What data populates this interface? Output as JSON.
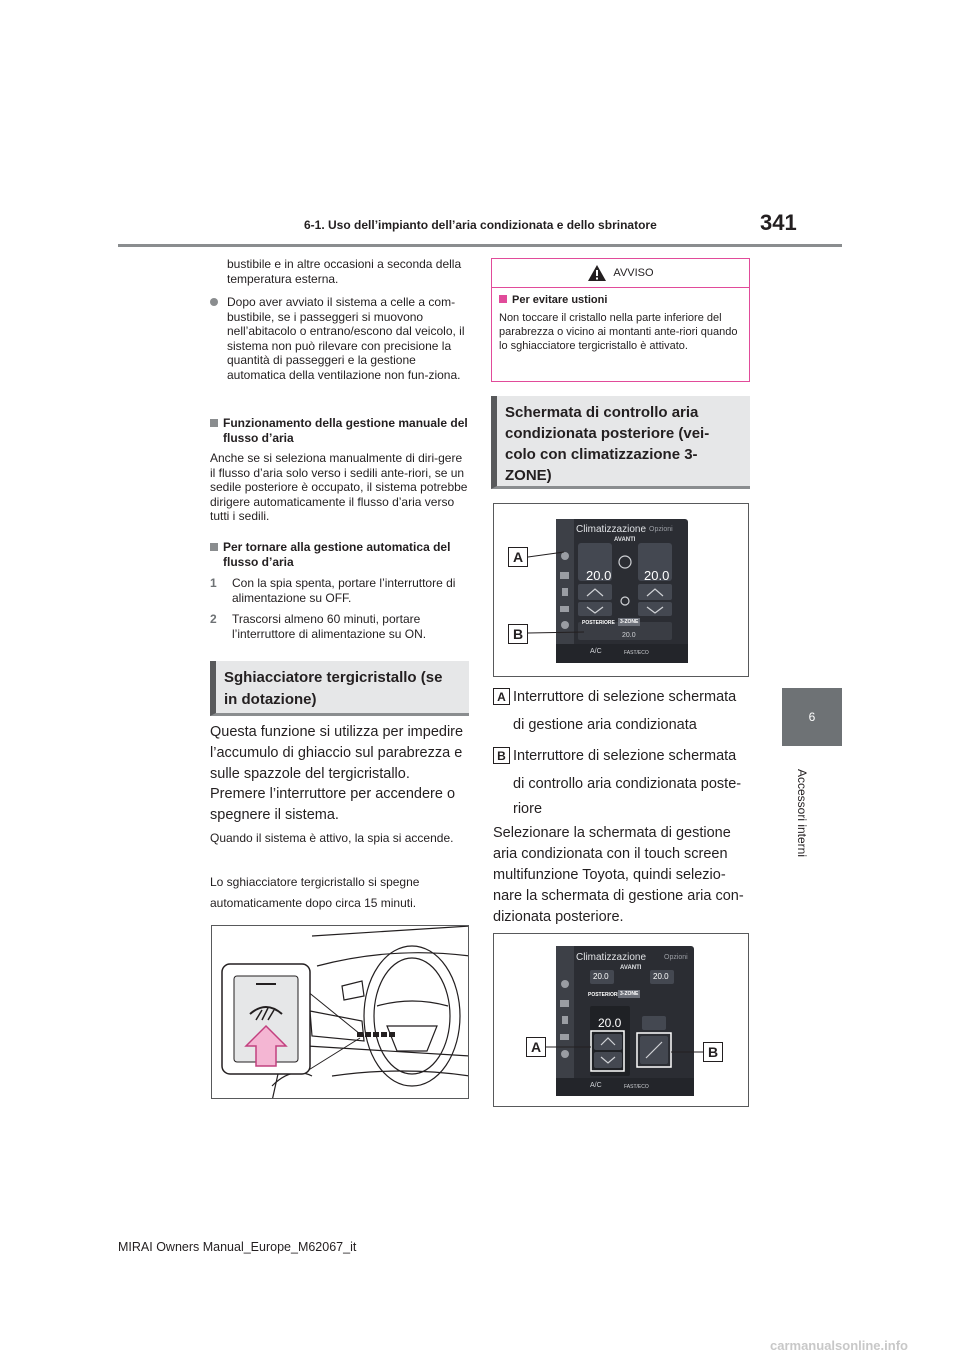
{
  "header": {
    "section": "6-1. Uso dell’impianto dell’aria condizionata e dello sbrinatore",
    "page_number": "341"
  },
  "side_tab": {
    "chapter": "6",
    "title": "Accessori interni"
  },
  "left": {
    "p1": "bustibile e in altre occasioni a seconda della temperatura esterna.",
    "bullet1": "Dopo aver avviato il sistema a celle a com-bustibile, se i passeggeri si muovono nell’abitacolo o entrano/escono dal veicolo, il sistema non può rilevare con precisione la quantità di passeggeri e la gestione automatica della ventilazione non fun-ziona.",
    "h1": "Funzionamento della gestione manuale del flusso d’aria",
    "p2": "Anche se si seleziona manualmente di diri-gere il flusso d’aria solo verso i sedili ante-riori, se un sedile posteriore è occupato, il sistema potrebbe dirigere automaticamente il flusso d’aria verso tutti i sedili.",
    "h2": "Per tornare alla gestione automatica del flusso d’aria",
    "step1_num": "1",
    "step1": "Con la spia spenta, portare l’interruttore di alimentazione su OFF.",
    "step2_num": "2",
    "step2": "Trascorsi almeno 60 minuti, portare l’interruttore di alimentazione su ON.",
    "section_title": "Sghiacciatore tergicristallo (se in dotazione)",
    "p3": "Questa funzione si utilizza per impedire l’accumulo di ghiaccio sul parabrezza e sulle spazzole del tergicristallo.",
    "p4": "Premere l’interruttore per accendere o spegnere il sistema.",
    "p5": "Quando il sistema è attivo, la spia si accende.",
    "p6": "Lo sghiacciatore tergicristallo si spegne automaticamente dopo circa 15 minuti."
  },
  "right": {
    "warning_title": "AVVISO",
    "warning_heading": "Per evitare ustioni",
    "warning_text": "Non toccare il cristallo nella parte inferiore del parabrezza o vicino ai montanti ante-riori quando lo sghiacciatore tergicristallo è attivato.",
    "section_title": "Schermata di controllo aria condizionata posteriore (vei-colo con climatizzazione 3-ZONE)",
    "label_a": "A",
    "label_b": "B",
    "legend_a1": "Interruttore di selezione schermata",
    "legend_a2": "di gestione aria condizionata",
    "legend_b1": "Interruttore di selezione schermata",
    "legend_b2": "di controllo aria condizionata poste-",
    "legend_b3": "riore",
    "p1": "Selezionare la schermata di gestione aria condizionata con il touch screen multifunzione Toyota, quindi selezio-nare la schermata di gestione aria con-dizionata posteriore."
  },
  "screen1": {
    "title": "Climatizzazione",
    "options": "Opzioni",
    "front": "AVANTI",
    "temp_left": "20.0",
    "temp_right": "20.0",
    "rear": "POSTERIORE",
    "zone": "3-ZONE",
    "rear_temp": "20.0",
    "ac": "A/C",
    "fast": "FAST/ECO"
  },
  "screen2": {
    "title": "Climatizzazione",
    "options": "Opzioni",
    "front": "AVANTI",
    "temp_left": "20.0",
    "temp_right": "20.0",
    "rear": "POSTERIORE",
    "zone": "3-ZONE",
    "rear_temp": "20.0",
    "ac": "A/C",
    "fast": "FAST/ECO"
  },
  "footer": {
    "text": "MIRAI Owners Manual_Europe_M62067_it"
  },
  "watermark": {
    "text": "carmanualsonline.info"
  },
  "colors": {
    "warning_border": "#e14b9a",
    "section_bg": "#e6e7e8",
    "tab_bg": "#6e7275",
    "screen_bg": "#2b2d33"
  }
}
